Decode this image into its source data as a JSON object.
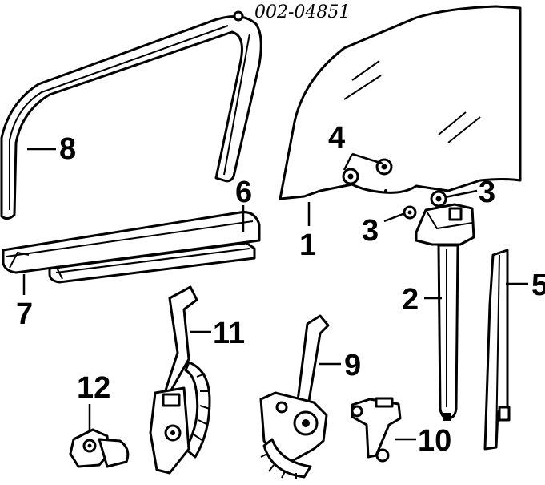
{
  "diagram": {
    "reference_number": "002-04851",
    "callouts": {
      "c1": "1",
      "c2": "2",
      "c3a": "3",
      "c3b": "3",
      "c4": "4",
      "c5": "5",
      "c6": "6",
      "c7": "7",
      "c8": "8",
      "c9": "9",
      "c10": "10",
      "c11": "11",
      "c12": "12"
    }
  }
}
